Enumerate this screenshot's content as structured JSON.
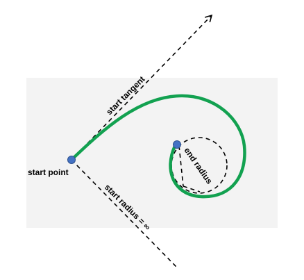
{
  "labels": {
    "start_point": "start point",
    "start_tangent": "start tangent",
    "start_radius": "start radius = ∞",
    "end_radius": "end radius"
  },
  "colors": {
    "curve": "#12a150",
    "points": "#4472c4",
    "lines": "#000000",
    "background_panel": "#f3f3f3"
  }
}
